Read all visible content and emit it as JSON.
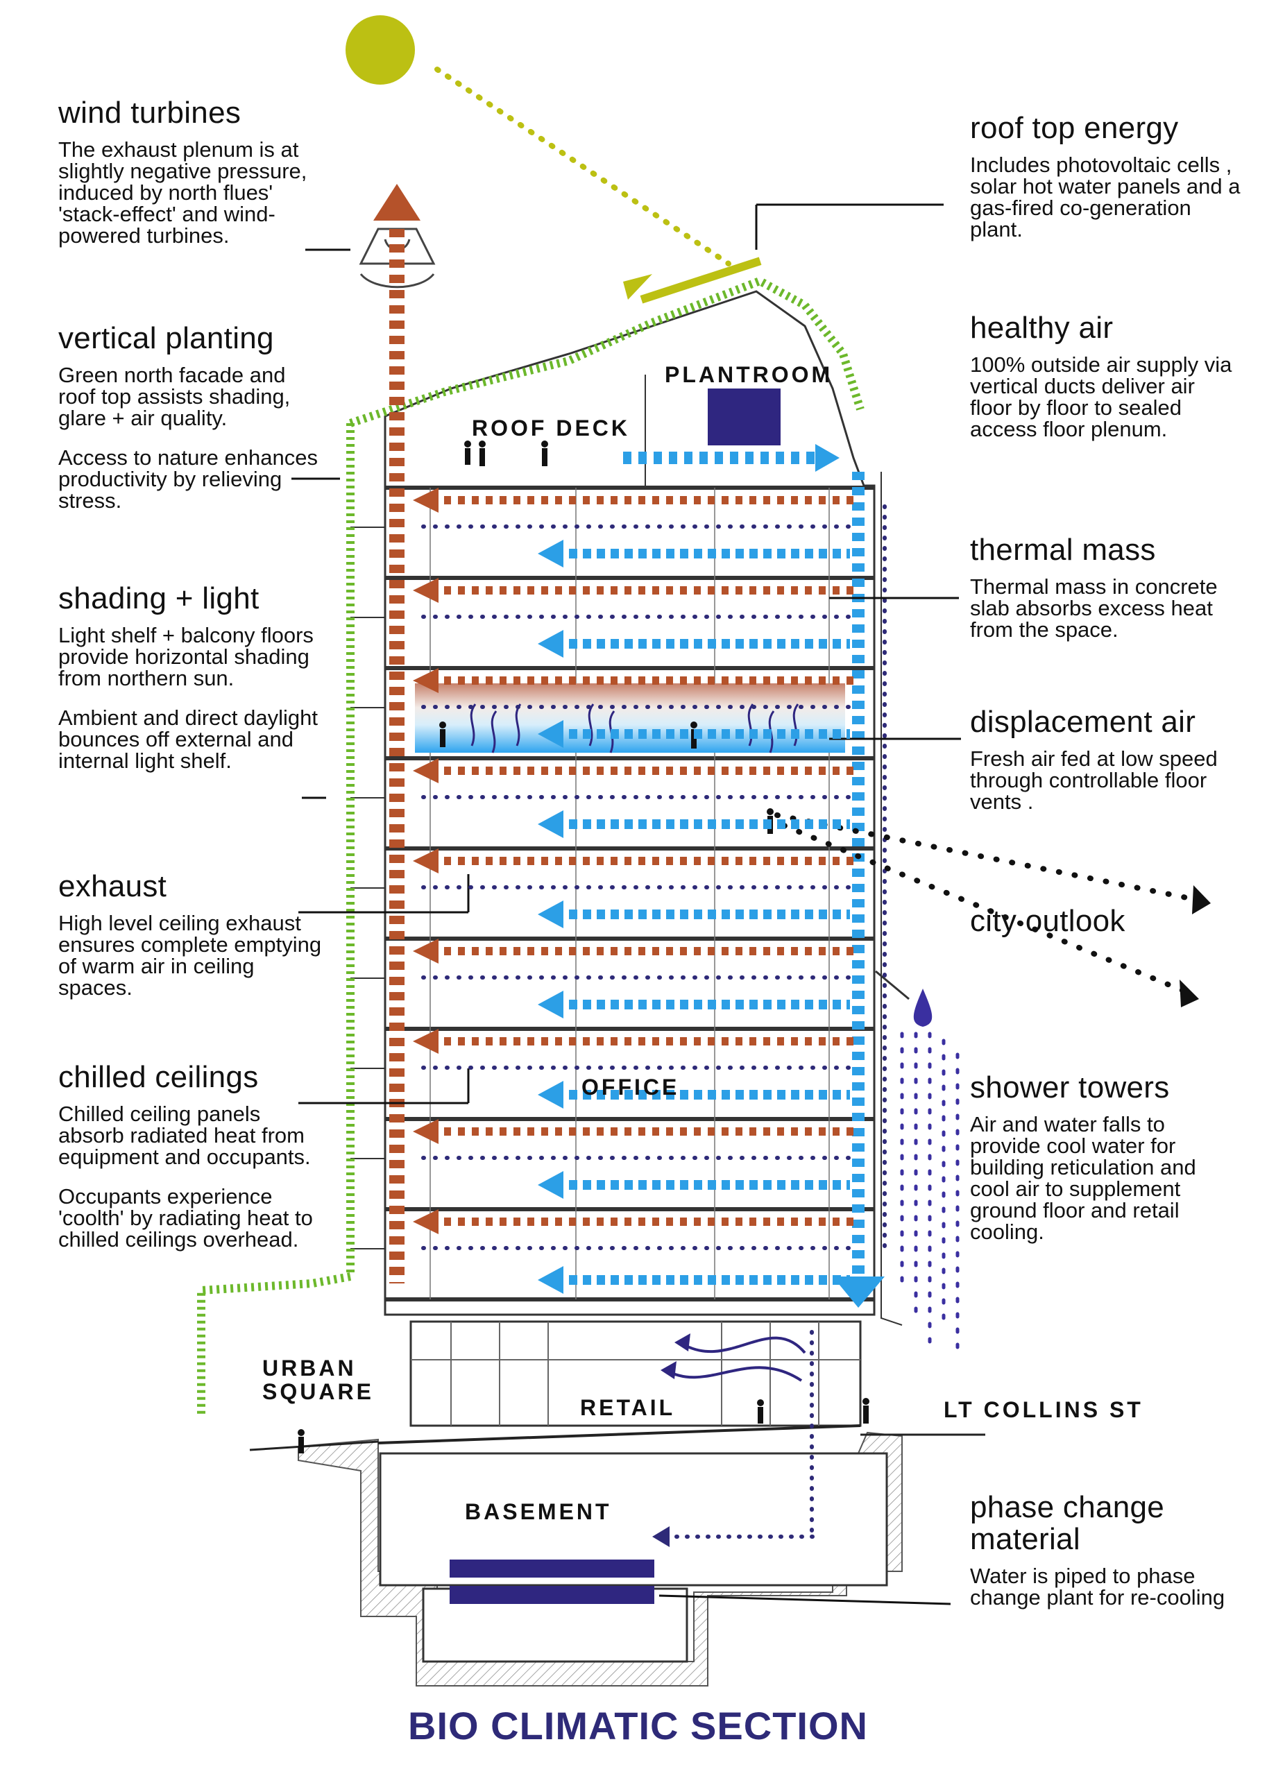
{
  "caption": "BIO CLIMATIC SECTION",
  "annotations": {
    "wind_turbines": {
      "title": "wind turbines",
      "body": "The exhaust plenum is at slightly negative pressure, induced by north flues' 'stack-effect' and wind-powered turbines."
    },
    "vertical_planting": {
      "title": "vertical planting",
      "body": "Green north facade and roof top assists shading, glare + air quality.",
      "body2": "Access to nature enhances productivity by relieving stress."
    },
    "shading_light": {
      "title": "shading + light",
      "body": "Light shelf + balcony floors provide horizontal shading from northern sun.",
      "body2": "Ambient and direct daylight bounces off external and internal light shelf."
    },
    "exhaust": {
      "title": "exhaust",
      "body": "High level ceiling exhaust ensures complete emptying of warm air in ceiling spaces."
    },
    "chilled_ceilings": {
      "title": "chilled ceilings",
      "body": "Chilled ceiling panels absorb radiated heat from equipment and occupants.",
      "body2": "Occupants experience 'coolth' by radiating heat to chilled ceilings overhead."
    },
    "roof_top_energy": {
      "title": "roof top energy",
      "body": "Includes photovoltaic cells , solar hot water panels and a gas-fired co-generation plant."
    },
    "healthy_air": {
      "title": "healthy air",
      "body": "100% outside air supply via vertical ducts deliver air floor by floor to sealed access floor plenum."
    },
    "thermal_mass": {
      "title": "thermal mass",
      "body": "Thermal mass in concrete slab absorbs excess heat from the space."
    },
    "displacement_air": {
      "title": "displacement air",
      "body": "Fresh air fed at low speed through controllable floor vents ."
    },
    "city_outlook": {
      "title": "city outlook"
    },
    "shower_towers": {
      "title": "shower towers",
      "body": "Air and water falls to provide cool water for building reticulation and cool air to supplement ground floor and retail cooling."
    },
    "phase_change": {
      "title": "phase change material",
      "body": "Water is piped to phase change plant for re-cooling"
    }
  },
  "building_labels": {
    "plantroom": "PLANTROOM",
    "roof_deck": "ROOF DECK",
    "office": "OFFICE",
    "retail": "RETAIL",
    "urban_square": "URBAN SQUARE",
    "lt_collins_st": "LT COLLINS ST",
    "basement": "BASEMENT"
  },
  "colors": {
    "sun": "#bcc013",
    "green_planting": "#6cb82b",
    "exhaust_orange": "#b5522a",
    "supply_blue": "#2c9fe6",
    "dots_navy": "#2e2a78",
    "plant_box": "#2f2680",
    "caption": "#2e2a78"
  }
}
